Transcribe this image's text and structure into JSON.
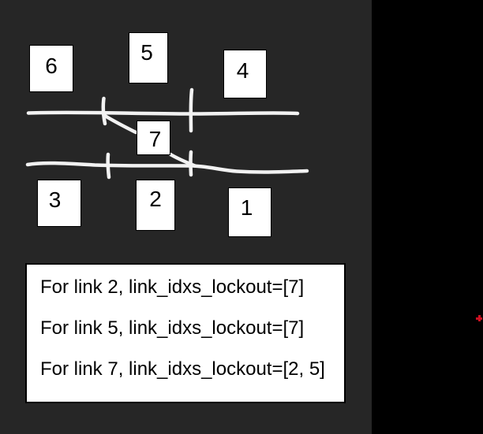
{
  "colors": {
    "outer_bg": "#000000",
    "slide_bg": "#262626",
    "ink_stroke": "#f2f2f2",
    "box_fill": "#ffffff",
    "box_border": "#000000",
    "text": "#000000",
    "marker_red": "#cc1122"
  },
  "link_boxes": [
    {
      "label": "6"
    },
    {
      "label": "5"
    },
    {
      "label": "4"
    },
    {
      "label": "7"
    },
    {
      "label": "3"
    },
    {
      "label": "2"
    },
    {
      "label": "1"
    }
  ],
  "notes": {
    "lines": [
      "For link 2, link_idxs_lockout=[7]",
      "For link 5, link_idxs_lockout=[7]",
      "For link 7, link_idxs_lockout=[2, 5]"
    ]
  }
}
